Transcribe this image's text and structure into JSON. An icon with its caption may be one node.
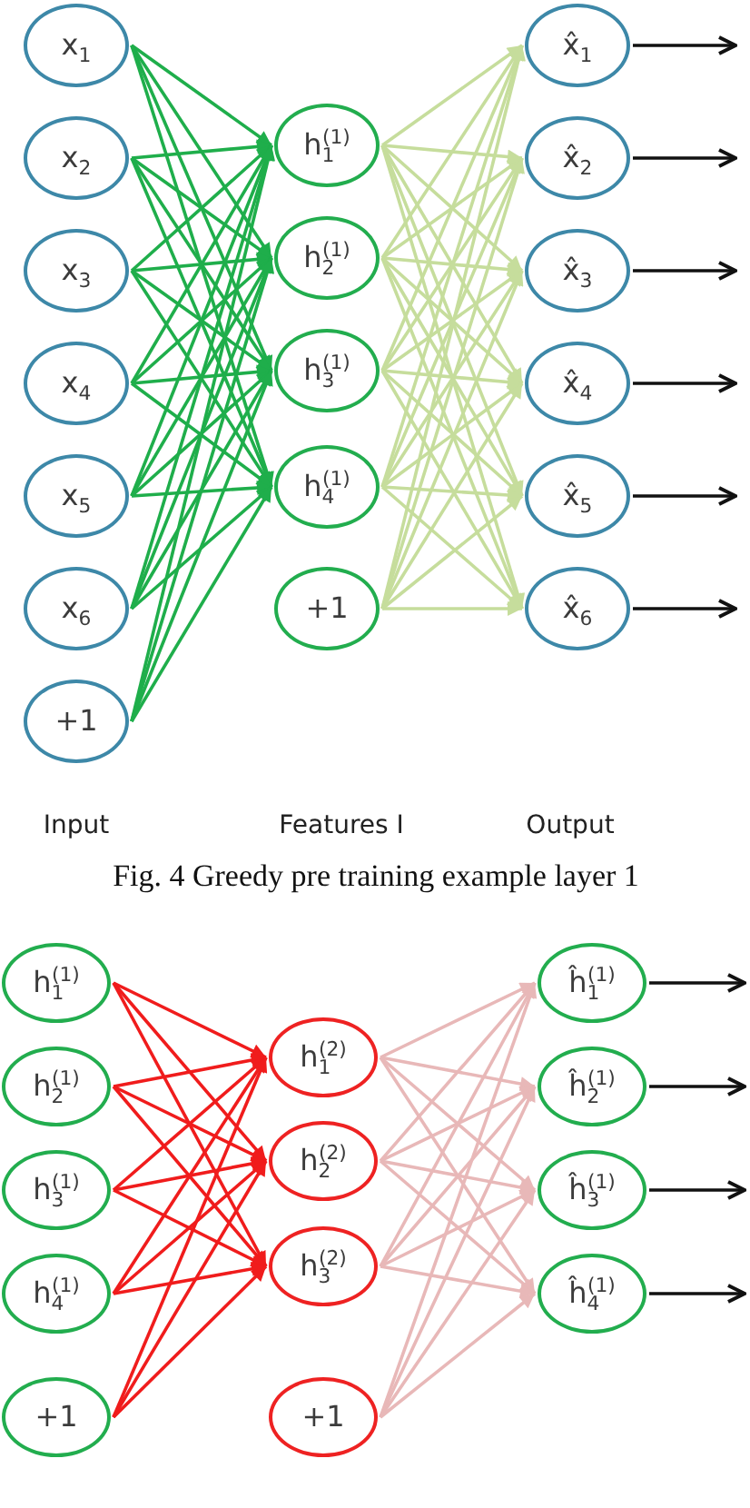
{
  "diagram": {
    "caption": "Fig. 4 Greedy pre training example layer 1",
    "nodes": [
      {
        "text": [
          "x$_{1}$"
        ]
      },
      {
        "text": [
          "x$_{2}$"
        ]
      },
      {
        "text": [
          "x$_{3}$"
        ]
      },
      {
        "text": [
          "x$_{4}$"
        ]
      },
      {
        "text": [
          "x$_{5}$"
        ]
      },
      {
        "text": [
          "x$_{6}$"
        ]
      },
      {
        "text": [
          "+1"
        ]
      },
      {
        "text": [
          "h$_{1}$$^{(1)}$"
        ]
      },
      {
        "text": [
          "h$_{2}$$^{(1)}$"
        ]
      },
      {
        "text": [
          "h$_{3}$$^{(1)}$"
        ]
      },
      {
        "text": [
          "h$_{4}$$^{(1)}$"
        ]
      },
      {
        "text": [
          "+1"
        ]
      },
      {
        "text": [
          "x̂$_{1}$"
        ]
      },
      {
        "text": [
          "x̂$_{2}$"
        ]
      },
      {
        "text": [
          "x̂$_{3}$"
        ]
      },
      {
        "text": [
          "x̂$_{4}$"
        ]
      },
      {
        "text": [
          "x̂$_{5}$"
        ]
      },
      {
        "text": [
          "x̂$_{6}$"
        ]
      },
      {
        "text": [
          "h$_{1}$$^{(1)}$"
        ]
      },
      {
        "text": [
          "h$_{2}$$^{(1)}$"
        ]
      },
      {
        "text": [
          "h$_{3}$$^{(1)}$"
        ]
      },
      {
        "text": [
          "h$_{4}$$^{(1)}$"
        ]
      },
      {
        "text": [
          "+1"
        ]
      },
      {
        "text": [
          "h$_{1}$$^{(2)}$"
        ]
      },
      {
        "text": [
          "h$_{2}$$^{(2)}$"
        ]
      },
      {
        "text": [
          "h$_{3}$$^{(2)}$"
        ]
      },
      {
        "text": [
          "+1"
        ]
      },
      {
        "text": [
          "ĥ$_{1}$$^{(1)}$"
        ]
      },
      {
        "text": [
          "ĥ$_{2}$$^{(1)}$"
        ]
      },
      {
        "text": [
          "ĥ$_{3}$$^{(1)}$"
        ]
      },
      {
        "text": [
          "ĥ$_{4}$$^{(1)}$"
        ]
      }
    ],
    "edges": [
      {
        "from": 0,
        "to": 7,
        "arrow": "to",
        "color": "#1fae4b"
      },
      {
        "from": 0,
        "to": 8,
        "arrow": "to",
        "color": "#1fae4b"
      },
      {
        "from": 0,
        "to": 9,
        "arrow": "to",
        "color": "#1fae4b"
      },
      {
        "from": 0,
        "to": 10,
        "arrow": "to",
        "color": "#1fae4b"
      },
      {
        "from": 1,
        "to": 7,
        "arrow": "to",
        "color": "#1fae4b"
      },
      {
        "from": 1,
        "to": 8,
        "arrow": "to",
        "color": "#1fae4b"
      },
      {
        "from": 1,
        "to": 9,
        "arrow": "to",
        "color": "#1fae4b"
      },
      {
        "from": 1,
        "to": 10,
        "arrow": "to",
        "color": "#1fae4b"
      },
      {
        "from": 2,
        "to": 7,
        "arrow": "to",
        "color": "#1fae4b"
      },
      {
        "from": 2,
        "to": 8,
        "arrow": "to",
        "color": "#1fae4b"
      },
      {
        "from": 2,
        "to": 9,
        "arrow": "to",
        "color": "#1fae4b"
      },
      {
        "from": 2,
        "to": 10,
        "arrow": "to",
        "color": "#1fae4b"
      },
      {
        "from": 3,
        "to": 7,
        "arrow": "to",
        "color": "#1fae4b"
      },
      {
        "from": 3,
        "to": 8,
        "arrow": "to",
        "color": "#1fae4b"
      },
      {
        "from": 3,
        "to": 9,
        "arrow": "to",
        "color": "#1fae4b"
      },
      {
        "from": 3,
        "to": 10,
        "arrow": "to",
        "color": "#1fae4b"
      },
      {
        "from": 4,
        "to": 7,
        "arrow": "to",
        "color": "#1fae4b"
      },
      {
        "from": 4,
        "to": 8,
        "arrow": "to",
        "color": "#1fae4b"
      },
      {
        "from": 4,
        "to": 9,
        "arrow": "to",
        "color": "#1fae4b"
      },
      {
        "from": 4,
        "to": 10,
        "arrow": "to",
        "color": "#1fae4b"
      },
      {
        "from": 5,
        "to": 7,
        "arrow": "to",
        "color": "#1fae4b"
      },
      {
        "from": 5,
        "to": 8,
        "arrow": "to",
        "color": "#1fae4b"
      },
      {
        "from": 5,
        "to": 9,
        "arrow": "to",
        "color": "#1fae4b"
      },
      {
        "from": 5,
        "to": 10,
        "arrow": "to",
        "color": "#1fae4b"
      },
      {
        "from": 6,
        "to": 7,
        "arrow": "to",
        "color": "#1fae4b"
      },
      {
        "from": 6,
        "to": 8,
        "arrow": "to",
        "color": "#1fae4b"
      },
      {
        "from": 6,
        "to": 9,
        "arrow": "to",
        "color": "#1fae4b"
      },
      {
        "from": 6,
        "to": 10,
        "arrow": "to",
        "color": "#1fae4b"
      },
      {
        "from": 7,
        "to": 12,
        "arrow": "to"
      },
      {
        "from": 7,
        "to": 13,
        "arrow": "to"
      },
      {
        "from": 7,
        "to": 14,
        "arrow": "to"
      },
      {
        "from": 7,
        "to": 15,
        "arrow": "to"
      },
      {
        "from": 7,
        "to": 16,
        "arrow": "to"
      },
      {
        "from": 7,
        "to": 17,
        "arrow": "to"
      },
      {
        "from": 8,
        "to": 12,
        "arrow": "to"
      },
      {
        "from": 8,
        "to": 13,
        "arrow": "to"
      },
      {
        "from": 8,
        "to": 14,
        "arrow": "to"
      },
      {
        "from": 8,
        "to": 15,
        "arrow": "to"
      },
      {
        "from": 8,
        "to": 16,
        "arrow": "to"
      },
      {
        "from": 8,
        "to": 17,
        "arrow": "to"
      },
      {
        "from": 9,
        "to": 12,
        "arrow": "to"
      },
      {
        "from": 9,
        "to": 13,
        "arrow": "to"
      },
      {
        "from": 9,
        "to": 14,
        "arrow": "to"
      },
      {
        "from": 9,
        "to": 15,
        "arrow": "to"
      },
      {
        "from": 9,
        "to": 16,
        "arrow": "to"
      },
      {
        "from": 9,
        "to": 17,
        "arrow": "to"
      },
      {
        "from": 10,
        "to": 12,
        "arrow": "to"
      },
      {
        "from": 10,
        "to": 13,
        "arrow": "to"
      },
      {
        "from": 10,
        "to": 14,
        "arrow": "to"
      },
      {
        "from": 10,
        "to": 15,
        "arrow": "to"
      },
      {
        "from": 10,
        "to": 16,
        "arrow": "to"
      },
      {
        "from": 10,
        "to": 17,
        "arrow": "to"
      },
      {
        "from": 11,
        "to": 12,
        "arrow": "to"
      },
      {
        "from": 11,
        "to": 13,
        "arrow": "to"
      },
      {
        "from": 11,
        "to": 14,
        "arrow": "to"
      },
      {
        "from": 11,
        "to": 15,
        "arrow": "to"
      },
      {
        "from": 11,
        "to": 16,
        "arrow": "to"
      },
      {
        "from": 11,
        "to": 17,
        "arrow": "to"
      },
      {
        "from": 12,
        "to": null,
        "arrow": "to",
        "color": "#111111"
      },
      {
        "from": 13,
        "to": null,
        "arrow": "to",
        "color": "#111111"
      },
      {
        "from": 14,
        "to": null,
        "arrow": "to",
        "color": "#111111"
      },
      {
        "from": 15,
        "to": null,
        "arrow": "to",
        "color": "#111111"
      },
      {
        "from": 16,
        "to": null,
        "arrow": "to",
        "color": "#111111"
      },
      {
        "from": 17,
        "to": null,
        "arrow": "to",
        "color": "#111111"
      },
      {
        "from": 18,
        "to": 23,
        "arrow": "to",
        "color": "#f01c1c"
      },
      {
        "from": 18,
        "to": 24,
        "arrow": "to",
        "color": "#f01c1c"
      },
      {
        "from": 18,
        "to": 25,
        "arrow": "to",
        "color": "#f01c1c"
      },
      {
        "from": 19,
        "to": 23,
        "arrow": "to",
        "color": "#f01c1c"
      },
      {
        "from": 19,
        "to": 24,
        "arrow": "to",
        "color": "#f01c1c"
      },
      {
        "from": 19,
        "to": 25,
        "arrow": "to",
        "color": "#f01c1c"
      },
      {
        "from": 20,
        "to": 23,
        "arrow": "to",
        "color": "#f01c1c"
      },
      {
        "from": 20,
        "to": 24,
        "arrow": "to",
        "color": "#f01c1c"
      },
      {
        "from": 20,
        "to": 25,
        "arrow": "to",
        "color": "#f01c1c"
      },
      {
        "from": 21,
        "to": 23,
        "arrow": "to",
        "color": "#f01c1c"
      },
      {
        "from": 21,
        "to": 24,
        "arrow": "to",
        "color": "#f01c1c"
      },
      {
        "from": 21,
        "to": 25,
        "arrow": "to",
        "color": "#f01c1c"
      },
      {
        "from": 22,
        "to": 23,
        "arrow": "to",
        "color": "#f01c1c"
      },
      {
        "from": 22,
        "to": 24,
        "arrow": "to",
        "color": "#f01c1c"
      },
      {
        "from": 22,
        "to": 25,
        "arrow": "to",
        "color": "#f01c1c"
      },
      {
        "from": 23,
        "to": 27,
        "arrow": "to",
        "color": "#e8b8b8"
      },
      {
        "from": 23,
        "to": 28,
        "arrow": "to",
        "color": "#e8b8b8"
      },
      {
        "from": 23,
        "to": 29,
        "arrow": "to",
        "color": "#e8b8b8"
      },
      {
        "from": 23,
        "to": 30,
        "arrow": "to",
        "color": "#e8b8b8"
      },
      {
        "from": 24,
        "to": 27,
        "arrow": "to",
        "color": "#e8b8b8"
      },
      {
        "from": 24,
        "to": 28,
        "arrow": "to",
        "color": "#e8b8b8"
      },
      {
        "from": 24,
        "to": 29,
        "arrow": "to",
        "color": "#e8b8b8"
      },
      {
        "from": 24,
        "to": 30,
        "arrow": "to",
        "color": "#e8b8b8"
      },
      {
        "from": 25,
        "to": 27,
        "arrow": "to",
        "color": "#e8b8b8"
      },
      {
        "from": 25,
        "to": 28,
        "arrow": "to",
        "color": "#e8b8b8"
      },
      {
        "from": 25,
        "to": 29,
        "arrow": "to",
        "color": "#e8b8b8"
      },
      {
        "from": 25,
        "to": 30,
        "arrow": "to",
        "color": "#e8b8b8"
      },
      {
        "from": 26,
        "to": 27,
        "arrow": "to",
        "color": "#e8b8b8"
      },
      {
        "from": 26,
        "to": 28,
        "arrow": "to",
        "color": "#e8b8b8"
      },
      {
        "from": 26,
        "to": 29,
        "arrow": "to",
        "color": "#e8b8b8"
      },
      {
        "from": 26,
        "to": 30,
        "arrow": "to",
        "color": "#e8b8b8"
      },
      {
        "from": 27,
        "to": null,
        "arrow": "to",
        "color": "#111111"
      },
      {
        "from": 28,
        "to": null,
        "arrow": "to",
        "color": "#111111"
      },
      {
        "from": 29,
        "to": null,
        "arrow": "to",
        "color": "#111111"
      },
      {
        "from": 30,
        "to": null,
        "arrow": "to",
        "color": "#111111"
      }
    ],
    "labels": [
      "Input",
      "Features I",
      "Output"
    ]
  }
}
